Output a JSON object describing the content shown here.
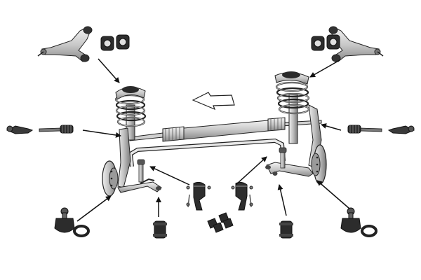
{
  "diagram": {
    "parts": [
      {
        "id": "upper-control-arm-left",
        "icon": "control-arm-icon"
      },
      {
        "id": "upper-control-arm-right",
        "icon": "control-arm-icon"
      },
      {
        "id": "arm-bushings-left",
        "icon": "bushing-icon"
      },
      {
        "id": "arm-bushings-right",
        "icon": "bushing-icon"
      },
      {
        "id": "tie-rod-end-left",
        "icon": "tie-rod-end-icon"
      },
      {
        "id": "tie-rod-end-right",
        "icon": "tie-rod-end-icon"
      },
      {
        "id": "inner-tie-rod-left",
        "icon": "inner-tie-rod-icon"
      },
      {
        "id": "inner-tie-rod-right",
        "icon": "inner-tie-rod-icon"
      },
      {
        "id": "ball-joint-left",
        "icon": "ball-joint-icon"
      },
      {
        "id": "ball-joint-right",
        "icon": "ball-joint-icon"
      },
      {
        "id": "bushing-left",
        "icon": "bushing-icon"
      },
      {
        "id": "bushing-right",
        "icon": "bushing-icon"
      },
      {
        "id": "stabilizer-link-left",
        "icon": "stabilizer-link-icon"
      },
      {
        "id": "stabilizer-link-right",
        "icon": "stabilizer-link-icon"
      },
      {
        "id": "stabilizer-bushings",
        "icon": "stabilizer-bushing-icon"
      }
    ],
    "colors": {
      "line": "#222222",
      "part_fill": "#d9d9d9",
      "part_dark": "#3a3a3a",
      "arrow_fill": "#ffffff",
      "background": "#ffffff"
    }
  }
}
